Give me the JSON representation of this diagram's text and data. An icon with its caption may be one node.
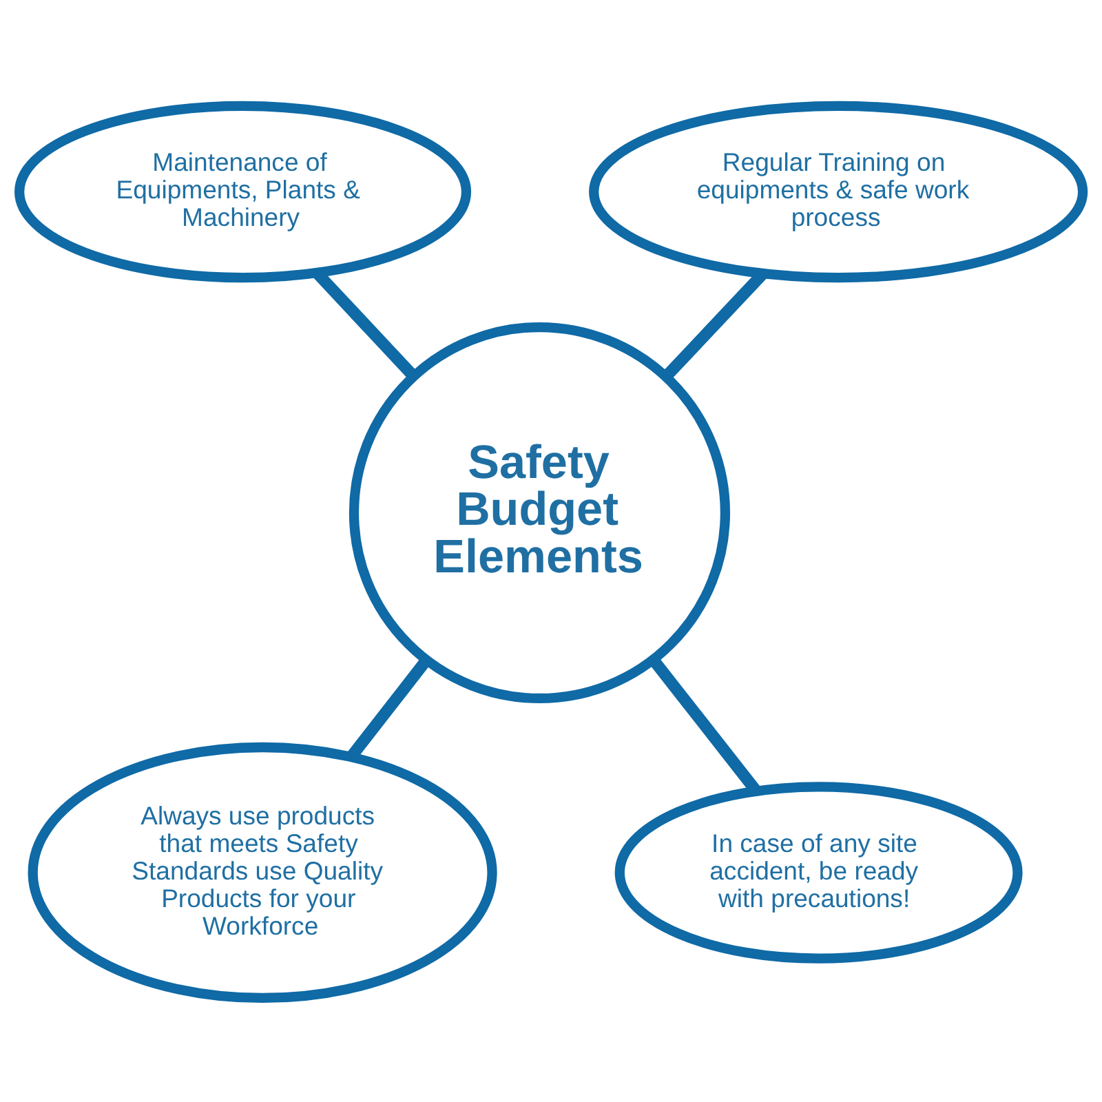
{
  "diagram": {
    "nodes": [
      {
        "text": [
          "Maintenance of Equipments, Plants & Machinery"
        ]
      },
      {
        "text": [
          "Regular Training on equipments & safe work process"
        ]
      },
      {
        "text": [
          "Safety Budget Elements"
        ]
      },
      {
        "text": [
          "In case of any site accident, be ready with precautions!"
        ]
      },
      {
        "text": [
          "Always use products that meets Safety Standards use Quality Products for your Workforce"
        ]
      }
    ],
    "edges": [
      {
        "from": 2,
        "to": 0,
        "arrow": "none"
      },
      {
        "from": 2,
        "to": 1,
        "arrow": "none"
      },
      {
        "from": 2,
        "to": 3,
        "arrow": "none"
      },
      {
        "from": 2,
        "to": 4,
        "arrow": "none"
      }
    ]
  }
}
